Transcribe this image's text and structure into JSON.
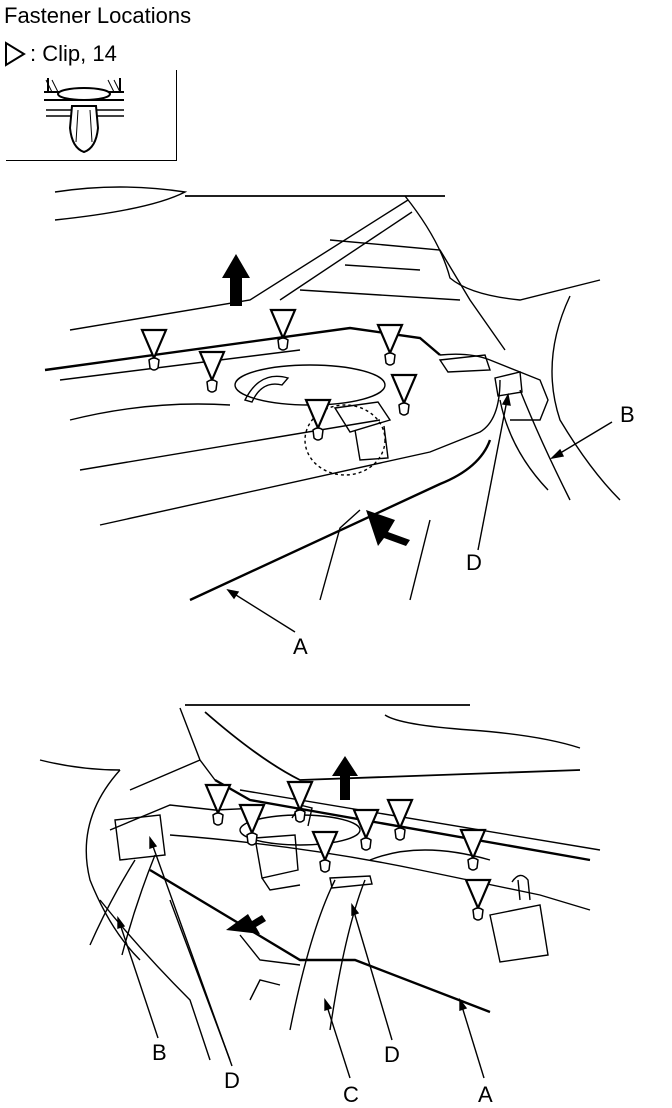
{
  "title": "Fastener Locations",
  "legend": {
    "symbol": "clip-triangle",
    "text": ": Clip, 14"
  },
  "top_view": {
    "labels": {
      "a": "A",
      "b": "B",
      "d": "D"
    }
  },
  "bottom_view": {
    "labels": {
      "a": "A",
      "b": "B",
      "c": "C",
      "d1": "D",
      "d2": "D"
    }
  }
}
